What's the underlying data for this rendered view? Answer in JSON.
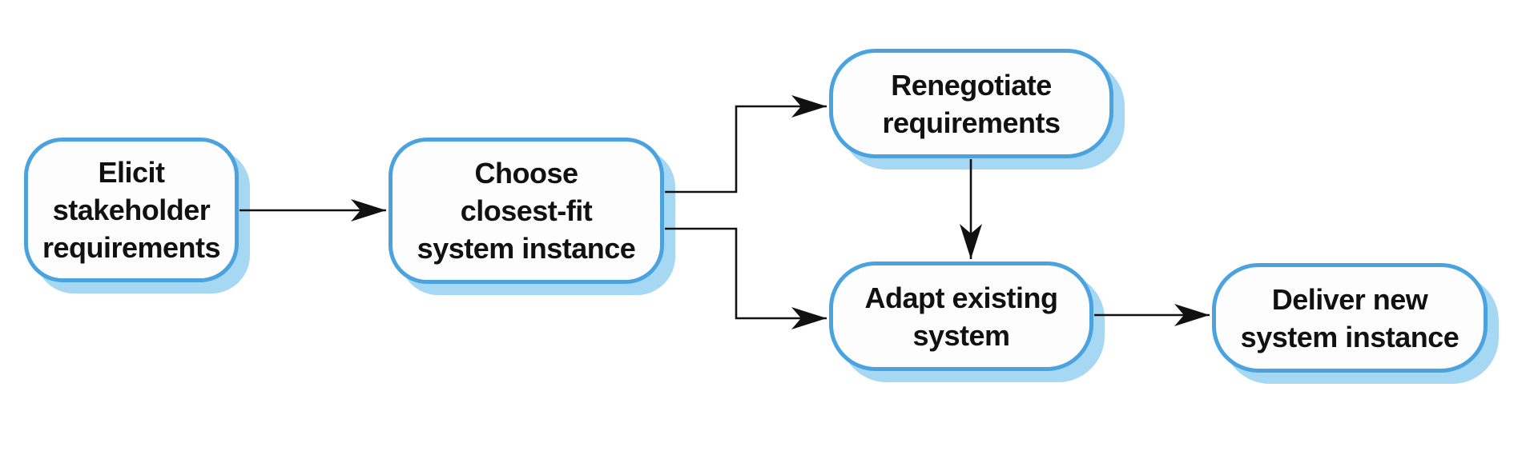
{
  "colors": {
    "border": "#4aa3de",
    "shadow": "#a6d8f4",
    "fill": "#fdfdfd",
    "ink": "#111111",
    "background": "#ffffff"
  },
  "diagram": {
    "type": "flowchart",
    "nodes": [
      {
        "id": "elicit",
        "label": "Elicit\nstakeholder\nrequirements"
      },
      {
        "id": "choose",
        "label": "Choose\nclosest-fit\nsystem instance"
      },
      {
        "id": "renegotiate",
        "label": "Renegotiate\nrequirements"
      },
      {
        "id": "adapt",
        "label": "Adapt existing\nsystem"
      },
      {
        "id": "deliver",
        "label": "Deliver new\nsystem instance"
      }
    ],
    "edges": [
      {
        "from": "elicit",
        "to": "choose"
      },
      {
        "from": "choose",
        "to": "renegotiate"
      },
      {
        "from": "choose",
        "to": "adapt"
      },
      {
        "from": "renegotiate",
        "to": "adapt"
      },
      {
        "from": "adapt",
        "to": "deliver"
      }
    ]
  }
}
